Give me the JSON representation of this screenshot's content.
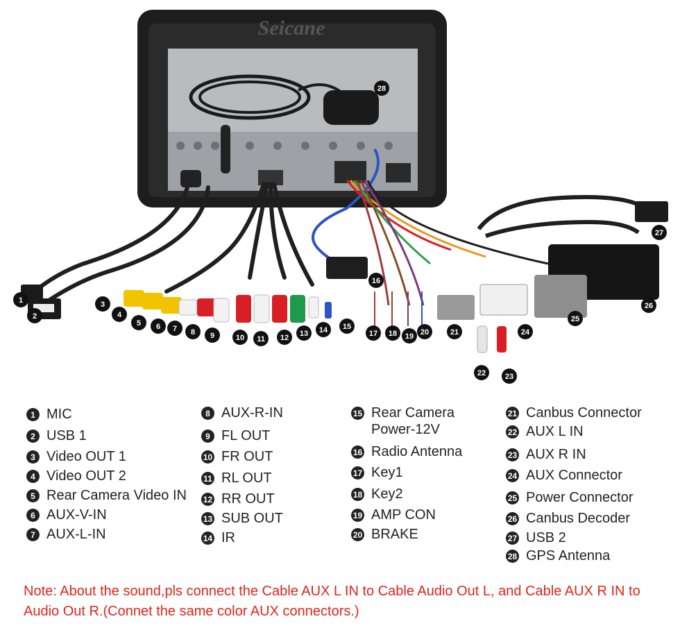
{
  "brand": "Seicane",
  "legend": {
    "col1": [
      {
        "n": "1",
        "label": "MIC"
      },
      {
        "n": "2",
        "label": "USB 1"
      },
      {
        "n": "3",
        "label": "Video OUT 1"
      },
      {
        "n": "4",
        "label": "Video OUT 2"
      },
      {
        "n": "5",
        "label": "Rear Camera Video IN"
      },
      {
        "n": "6",
        "label": "AUX-V-IN"
      },
      {
        "n": "7",
        "label": "AUX-L-IN"
      }
    ],
    "col2": [
      {
        "n": "8",
        "label": "AUX-R-IN"
      },
      {
        "n": "9",
        "label": "FL OUT"
      },
      {
        "n": "10",
        "label": "FR OUT"
      },
      {
        "n": "11",
        "label": "RL OUT"
      },
      {
        "n": "12",
        "label": "RR OUT"
      },
      {
        "n": "13",
        "label": "SUB OUT"
      },
      {
        "n": "14",
        "label": "IR"
      }
    ],
    "col3": [
      {
        "n": "15",
        "label": "Rear Camera",
        "label2": "Power-12V"
      },
      {
        "n": "16",
        "label": "Radio Antenna"
      },
      {
        "n": "17",
        "label": "Key1"
      },
      {
        "n": "18",
        "label": "Key2"
      },
      {
        "n": "19",
        "label": "AMP CON"
      },
      {
        "n": "20",
        "label": "BRAKE"
      }
    ],
    "col4": [
      {
        "n": "21",
        "label": "Canbus Connector"
      },
      {
        "n": "22",
        "label": "AUX L IN"
      },
      {
        "n": "23",
        "label": "AUX R IN"
      },
      {
        "n": "24",
        "label": "AUX Connector"
      },
      {
        "n": "25",
        "label": "Power Connector"
      },
      {
        "n": "26",
        "label": "Canbus Decoder"
      },
      {
        "n": "27",
        "label": "USB 2"
      },
      {
        "n": "28",
        "label": "GPS Antenna"
      }
    ]
  },
  "note": "Note: About the sound,pls connect the Cable AUX L IN to Cable Audio Out L, and Cable AUX R IN to  Audio Out R.(Connet the same color AUX connectors.)",
  "colors": {
    "note": "#e2231a",
    "badge": "#222222",
    "unit": "#2a2a2a",
    "rca_yellow": "#f2c400",
    "rca_red": "#d91f26",
    "rca_white": "#f2f2f2",
    "rca_green": "#1e9a4a"
  }
}
